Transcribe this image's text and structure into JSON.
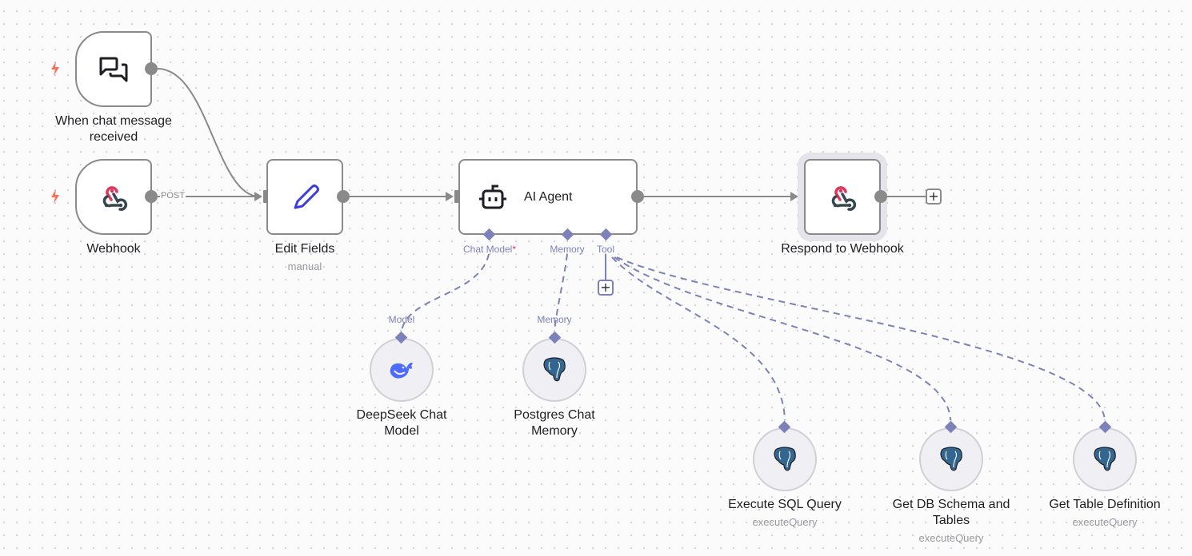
{
  "workflow": {
    "nodes": {
      "chat_trigger": {
        "label_line1": "When chat message",
        "label_line2": "received",
        "icon": "chat-bubbles-icon",
        "trigger": true
      },
      "webhook": {
        "label": "Webhook",
        "icon": "webhook-icon",
        "trigger": true
      },
      "edit_fields": {
        "label": "Edit Fields",
        "sublabel": "manual",
        "icon": "pencil-icon"
      },
      "ai_agent": {
        "label": "AI Agent",
        "icon": "robot-icon"
      },
      "respond_webhook": {
        "label": "Respond to Webhook",
        "icon": "webhook-icon"
      },
      "deepseek": {
        "label_line1": "DeepSeek Chat",
        "label_line2": "Model",
        "icon": "deepseek-whale-icon"
      },
      "pg_memory": {
        "label_line1": "Postgres Chat",
        "label_line2": "Memory",
        "icon": "postgres-elephant-icon"
      },
      "exec_sql": {
        "label": "Execute SQL Query",
        "sublabel": "executeQuery",
        "icon": "postgres-elephant-icon"
      },
      "get_schema": {
        "label_line1": "Get DB Schema and",
        "label_line2": "Tables",
        "sublabel": "executeQuery",
        "icon": "postgres-elephant-icon"
      },
      "get_table_def": {
        "label": "Get Table Definition",
        "sublabel": "executeQuery",
        "icon": "postgres-elephant-icon"
      }
    },
    "ports": {
      "chat_model": "Chat Model",
      "chat_model_required": "*",
      "memory": "Memory",
      "tool": "Tool",
      "model_in": "Model",
      "memory_in": "Memory"
    },
    "edge_labels": {
      "webhook_out": "POST"
    },
    "buttons": {
      "add_node": "+",
      "add_tool": "+"
    },
    "colors": {
      "connection": "#8a8a8a",
      "sub_connection": "#7c82b8",
      "trigger_bolt": "#ff6d5a",
      "webhook_pink": "#e0345b",
      "webhook_dark": "#37474f",
      "pencil_blue": "#3d3de0",
      "deepseek_blue": "#4d6bfe",
      "postgres_blue": "#336791"
    }
  }
}
